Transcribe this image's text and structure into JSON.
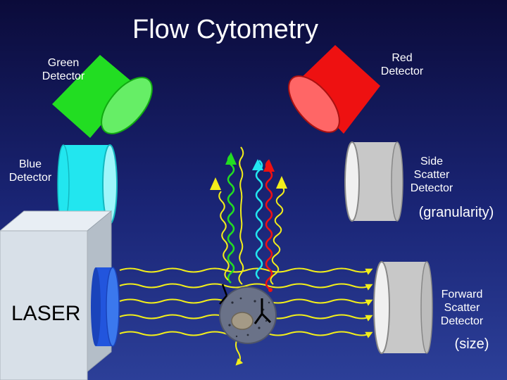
{
  "title": "Flow Cytometry",
  "labels": {
    "green_detector": "Green\nDetector",
    "red_detector": "Red\nDetector",
    "blue_detector": "Blue\nDetector",
    "side_scatter": "Side\nScatter\nDetector",
    "granularity": "(granularity)",
    "forward_scatter": "Forward\nScatter\nDetector",
    "size": "(size)",
    "laser": "LASER"
  },
  "colors": {
    "green": "#22dd22",
    "red": "#ee1111",
    "cyan": "#22e6ef",
    "gray": "#c8c8c8",
    "laser_blue": "#2255dd",
    "beam_yellow": "#f2ee1a"
  }
}
